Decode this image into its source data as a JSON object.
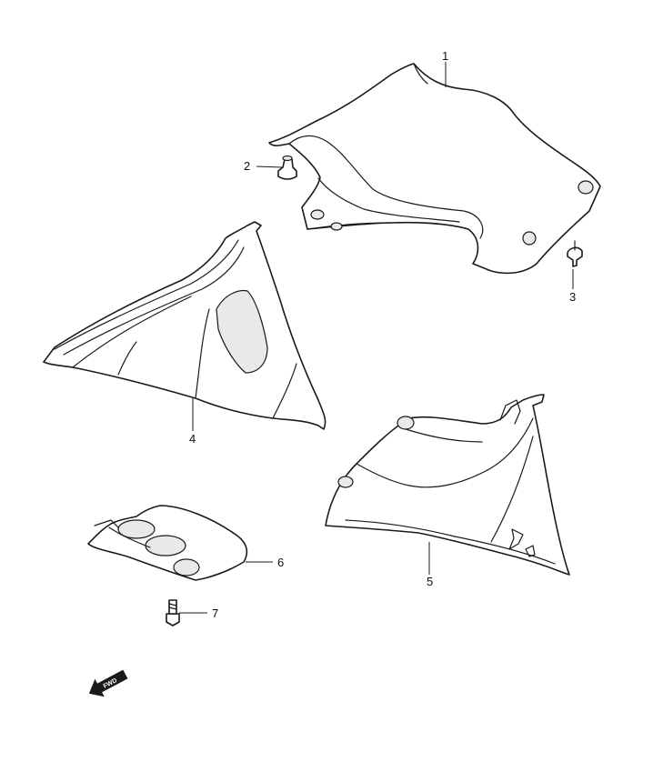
{
  "diagram": {
    "callouts": [
      {
        "id": "1",
        "label": "1"
      },
      {
        "id": "2",
        "label": "2"
      },
      {
        "id": "3",
        "label": "3"
      },
      {
        "id": "4",
        "label": "4"
      },
      {
        "id": "5",
        "label": "5"
      },
      {
        "id": "6",
        "label": "6"
      },
      {
        "id": "7",
        "label": "7"
      }
    ],
    "fwd_label": "FWD",
    "line_color": "#1a1a1a",
    "background": "#ffffff"
  }
}
